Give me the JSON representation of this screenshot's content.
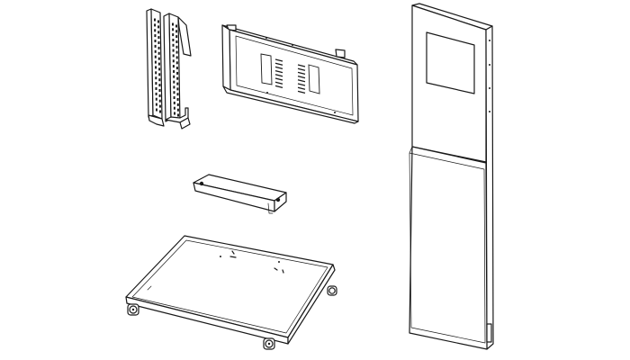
{
  "diagram": {
    "parts": [
      {
        "id": "vertical-mounting-brackets",
        "count": 2
      },
      {
        "id": "wall-interface-plate",
        "count": 1
      },
      {
        "id": "shelf-bracket",
        "count": 1
      },
      {
        "id": "rolling-base",
        "count": 1,
        "casters": 4
      },
      {
        "id": "column-tower",
        "count": 1
      }
    ],
    "line_color": "#1a1a1a",
    "background_color": "#ffffff"
  }
}
